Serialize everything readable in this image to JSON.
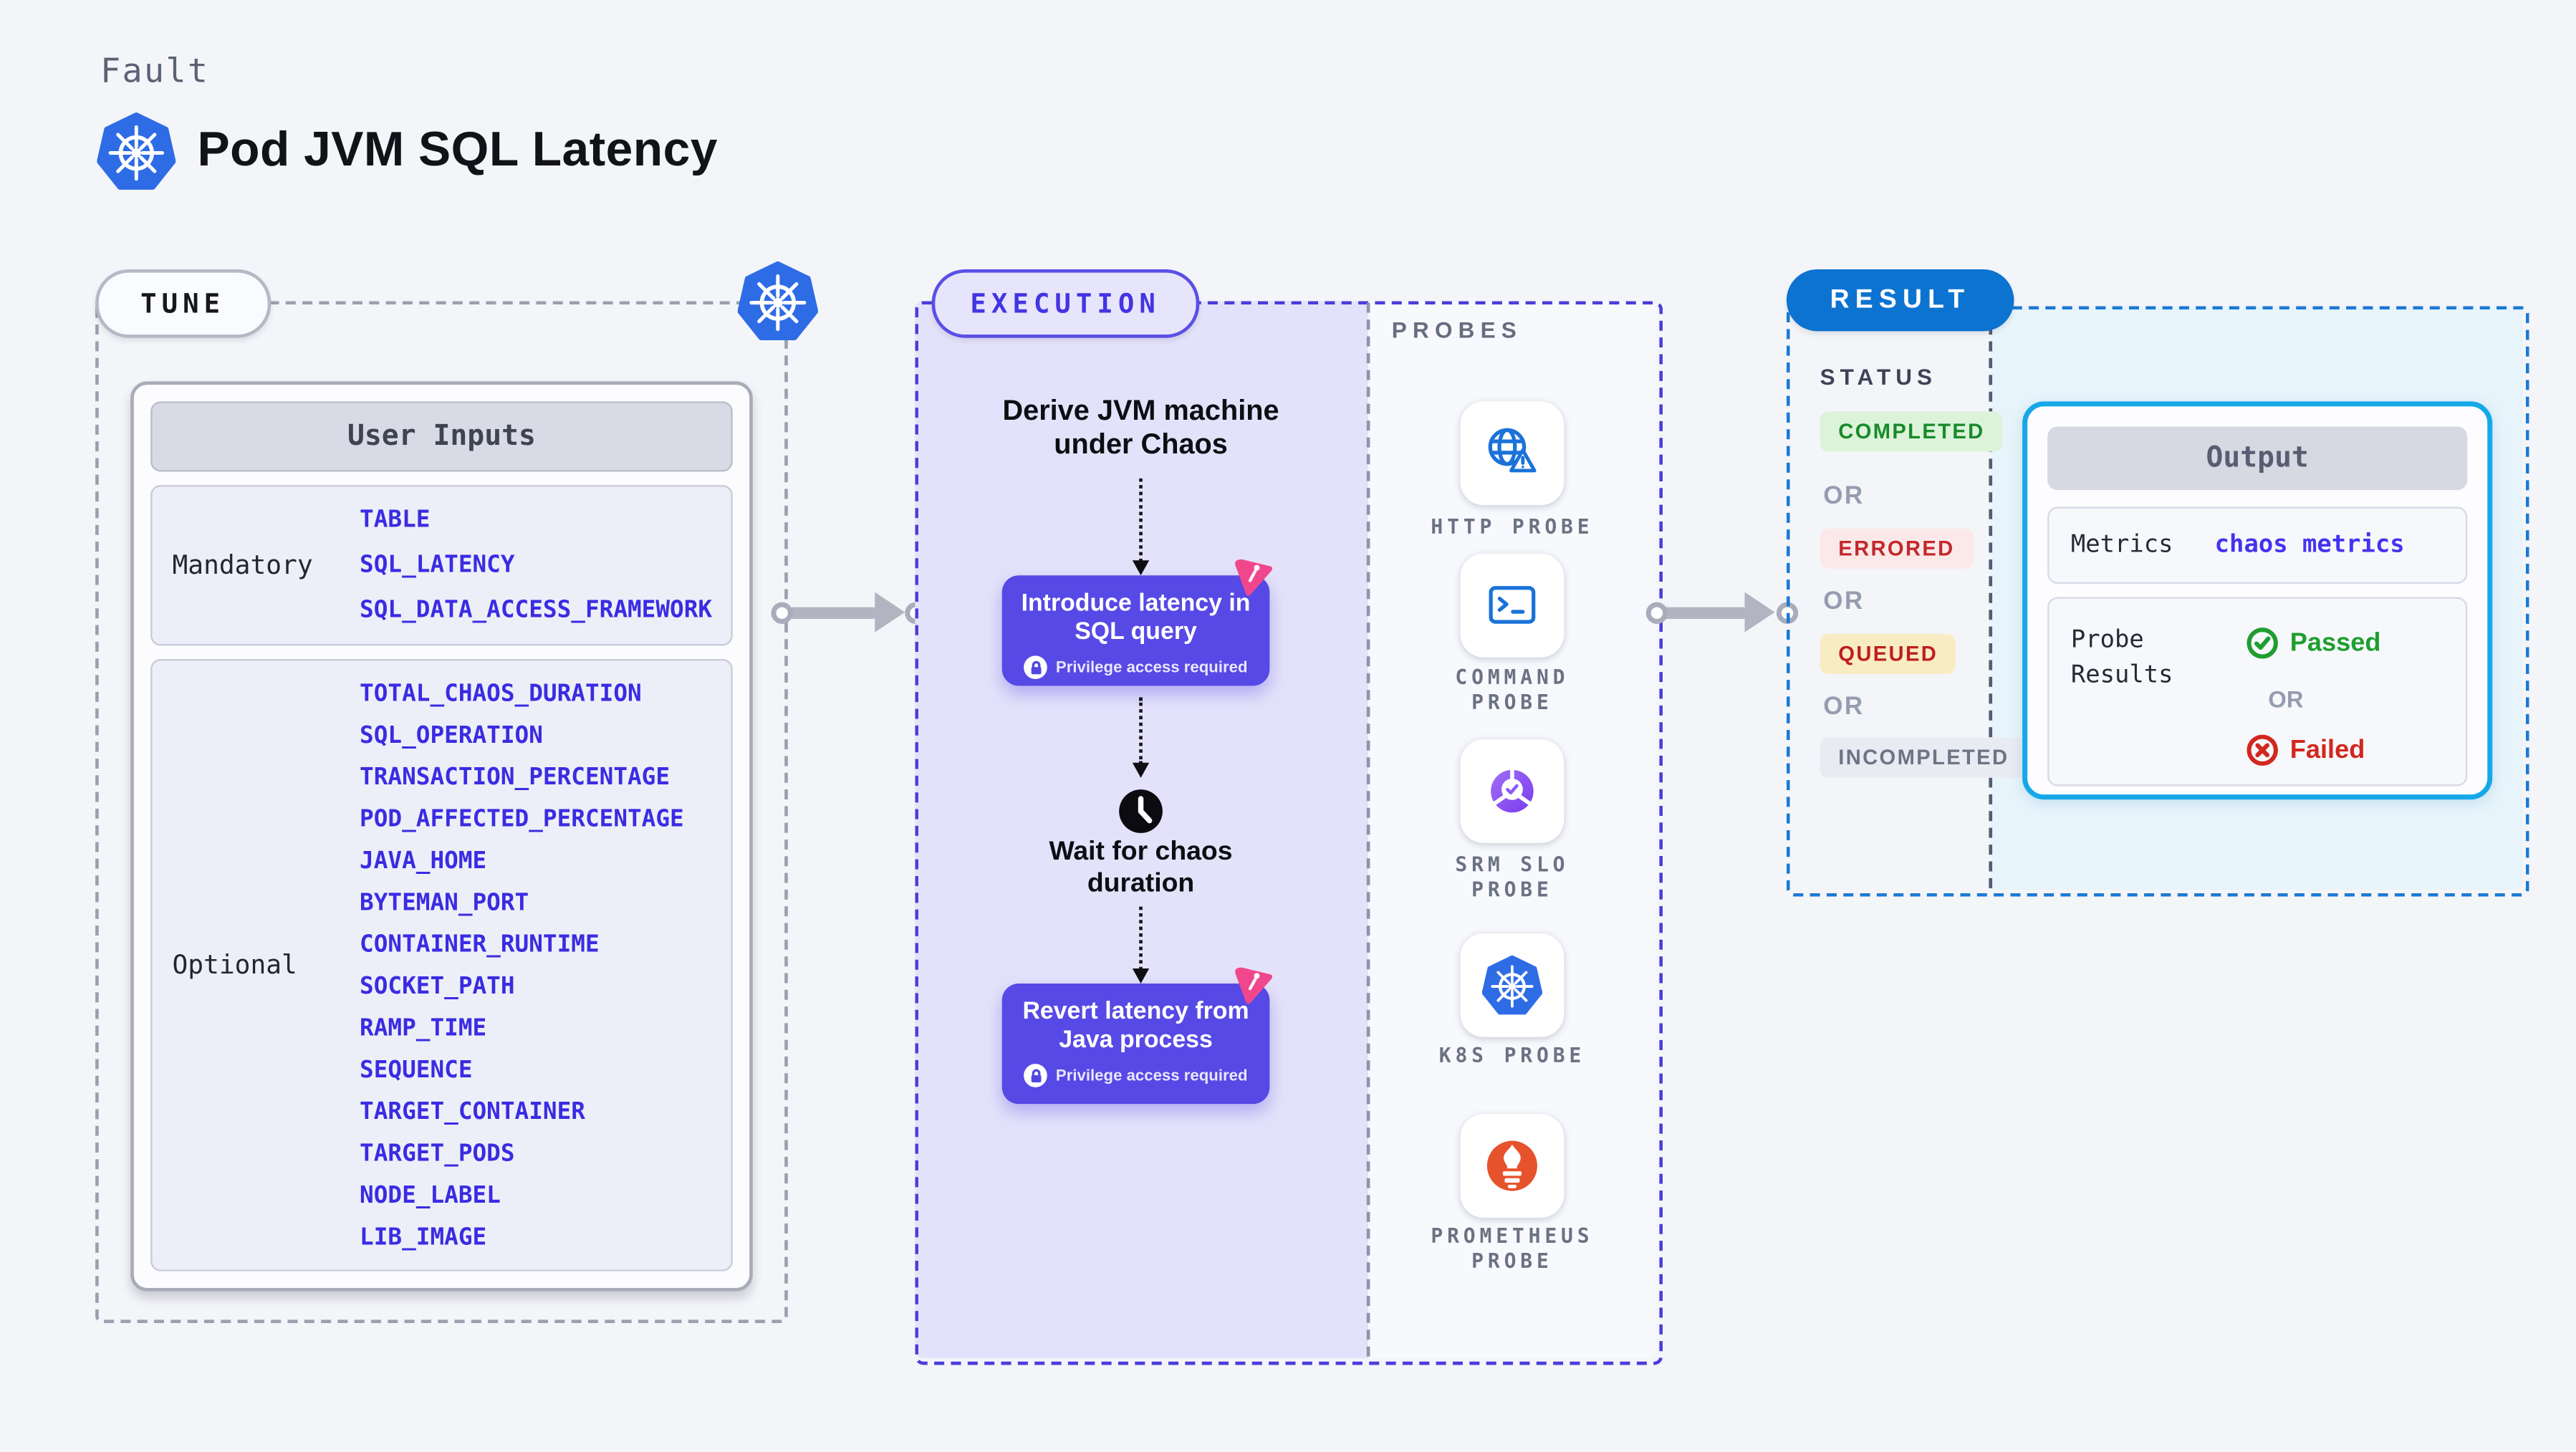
{
  "header": {
    "eyebrow": "Fault",
    "title": "Pod JVM SQL Latency"
  },
  "tune": {
    "label": "TUNE",
    "user_inputs": {
      "title": "User Inputs",
      "mandatory": {
        "label": "Mandatory",
        "items": [
          "TABLE",
          "SQL_LATENCY",
          "SQL_DATA_ACCESS_FRAMEWORK"
        ]
      },
      "optional": {
        "label": "Optional",
        "items": [
          "TOTAL_CHAOS_DURATION",
          "SQL_OPERATION",
          "TRANSACTION_PERCENTAGE",
          "POD_AFFECTED_PERCENTAGE",
          "JAVA_HOME",
          "BYTEMAN_PORT",
          "CONTAINER_RUNTIME",
          "SOCKET_PATH",
          "RAMP_TIME",
          "SEQUENCE",
          "TARGET_CONTAINER",
          "TARGET_PODS",
          "NODE_LABEL",
          "LIB_IMAGE"
        ]
      }
    }
  },
  "execution": {
    "label": "EXECUTION",
    "steps": {
      "derive": "Derive JVM machine\nunder Chaos",
      "inject": {
        "title": "Introduce latency in\nSQL query",
        "note": "Privilege access required"
      },
      "wait": "Wait for chaos\nduration",
      "revert": {
        "title": "Revert latency from\nJava process",
        "note": "Privilege access required"
      }
    }
  },
  "probes": {
    "label": "PROBES",
    "items": [
      "HTTP PROBE",
      "COMMAND\nPROBE",
      "SRM SLO\nPROBE",
      "K8S PROBE",
      "PROMETHEUS\nPROBE"
    ]
  },
  "result": {
    "label": "RESULT",
    "status": {
      "title": "STATUS",
      "or": "OR",
      "items": [
        "COMPLETED",
        "ERRORED",
        "QUEUED",
        "INCOMPLETED"
      ]
    },
    "output": {
      "title": "Output",
      "metrics": {
        "label": "Metrics",
        "value": "chaos metrics"
      },
      "probe_results": {
        "label": "Probe\nResults",
        "passed": "Passed",
        "or": "OR",
        "failed": "Failed"
      }
    }
  },
  "colors": {
    "page_bg": "#f4f5f9",
    "accent_indigo": "#5649e5",
    "execution_dash": "#4a3ed9",
    "result_blue": "#0d73d1",
    "output_border": "#16a8e8",
    "env_text": "#3a2ce2",
    "probe_blue": "#1a72d9",
    "prometheus_orange": "#e6522c",
    "litmus_pink": "#f0478c",
    "passed_green": "#1f9e30",
    "failed_red": "#d2271e",
    "k8s_blue": "#2e6ce6"
  }
}
